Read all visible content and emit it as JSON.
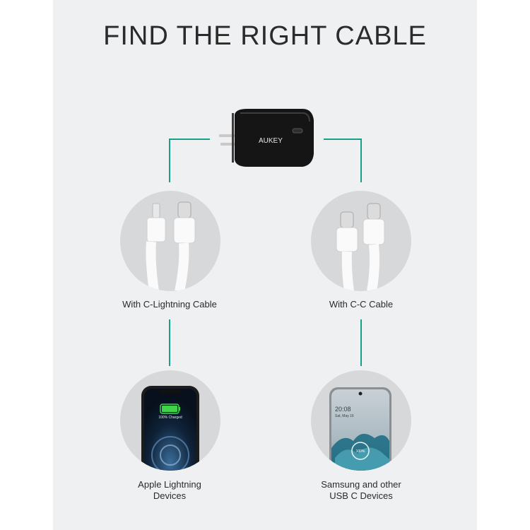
{
  "title": "FIND THE RIGHT CABLE",
  "charger": {
    "brand": "AUKEY"
  },
  "left": {
    "cable_label": "With C-Lightning Cable",
    "device_label_line1": "Apple Lightning",
    "device_label_line2": "Devices",
    "phone_screen_text": "100% Charged"
  },
  "right": {
    "cable_label": "With C-C Cable",
    "device_label_line1": "Samsung and other",
    "device_label_line2": "USB C Devices",
    "phone_time": "20:08",
    "phone_date": "Sat, May 16",
    "phone_percent": "100%"
  },
  "colors": {
    "accent": "#16a087",
    "panel": "#eef0f2",
    "circle": "#d6d8da"
  }
}
